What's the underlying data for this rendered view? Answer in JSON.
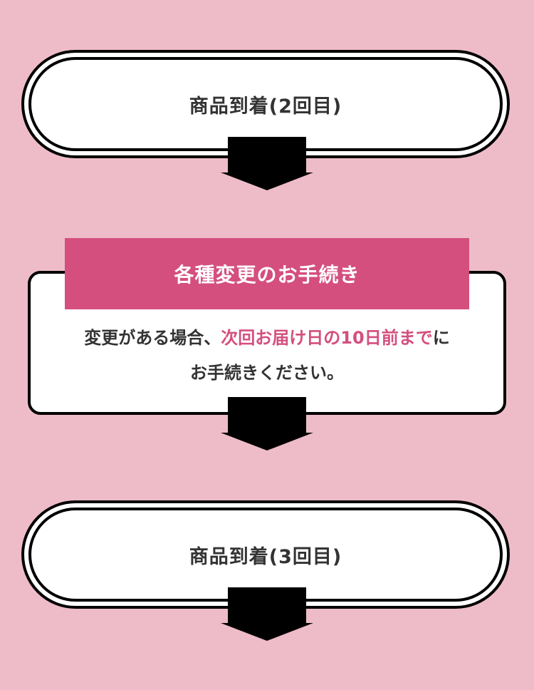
{
  "steps": [
    {
      "label": "商品到着(2回目)"
    },
    {
      "title": "各種変更のお手続き",
      "body_prefix": "変更がある場合、",
      "body_highlight": "次回お届け日の10日前まで",
      "body_suffix": "に",
      "body_line2": "お手続きください。"
    },
    {
      "label": "商品到着(3回目)"
    }
  ],
  "colors": {
    "background": "#eebcc8",
    "accent": "#d44f7e",
    "text": "#333333"
  }
}
